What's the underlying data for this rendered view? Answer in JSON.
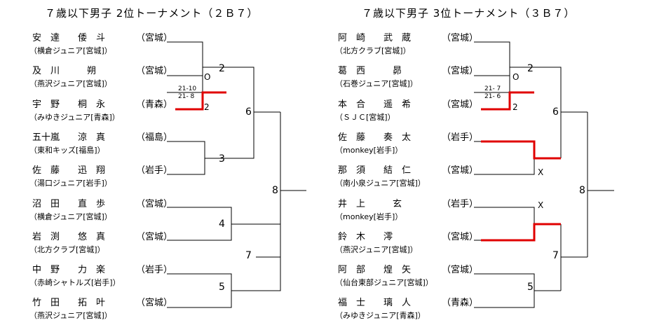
{
  "left": {
    "title": "７歳以下男子 2位トーナメント（２Ｂ７）",
    "players": [
      {
        "name": "安　達　　倭　斗",
        "pref": "（宮城）",
        "club": "（横倉ジュニア[宮城]）"
      },
      {
        "name": "及　川　　　朔",
        "pref": "（宮城）",
        "club": "（燕沢ジュニア[宮城]）"
      },
      {
        "name": "宇　野　　桐　永",
        "pref": "（青森）",
        "club": "（みゆきジュニア[青森]）"
      },
      {
        "name": "五十嵐　　涼　真",
        "pref": "（福島）",
        "club": "（東和キッズ[福島]）"
      },
      {
        "name": "佐　藤　　迅　翔",
        "pref": "（岩手）",
        "club": "（湯口ジュニア[岩手]）"
      },
      {
        "name": "沼　田　　直　歩",
        "pref": "（宮城）",
        "club": "（横倉ジュニア[宮城]）"
      },
      {
        "name": "岩　渕　　悠　真",
        "pref": "（宮城）",
        "club": "（北方クラブ[宮城]）"
      },
      {
        "name": "中　野　　力　楽",
        "pref": "（岩手）",
        "club": "（赤崎シャトルズ[岩手]）"
      },
      {
        "name": "竹　田　　拓　叶",
        "pref": "（宮城）",
        "club": "（燕沢ジュニア[宮城]）"
      }
    ],
    "match_labels": [
      "2",
      "3",
      "4",
      "5",
      "6",
      "7",
      "8"
    ],
    "result_marks": [
      "O",
      "2"
    ],
    "score": [
      "21-10",
      "21- 8"
    ]
  },
  "right": {
    "title": "７歳以下男子 3位トーナメント（３Ｂ７）",
    "players": [
      {
        "name": "阿　崎　　武　蔵",
        "pref": "（宮城）",
        "club": "（北方クラブ[宮城]）"
      },
      {
        "name": "葛　西　　　昴",
        "pref": "（宮城）",
        "club": "（石巻ジュニア[宮城]）"
      },
      {
        "name": "本　合　　遥　希",
        "pref": "（宮城）",
        "club": "（ＳＪＣ[宮城]）"
      },
      {
        "name": "佐　藤　　奏　太",
        "pref": "（岩手）",
        "club": "（monkey[岩手]）"
      },
      {
        "name": "那　須　　結　仁",
        "pref": "（宮城）",
        "club": "（南小泉ジュニア[宮城]）"
      },
      {
        "name": "井　上　　　玄",
        "pref": "（岩手）",
        "club": "（monkey[岩手]）"
      },
      {
        "name": "鈴　木　　澪",
        "pref": "（宮城）",
        "club": "（燕沢ジュニア[宮城]）"
      },
      {
        "name": "阿　部　　煌　矢",
        "pref": "（宮城）",
        "club": "（仙台東部ジュニア[宮城]）"
      },
      {
        "name": "福　士　　璃　人",
        "pref": "（青森）",
        "club": "（みゆきジュニア[青森]）"
      }
    ],
    "match_labels": [
      "2",
      "5",
      "6",
      "7",
      "8"
    ],
    "result_marks": [
      "O",
      "2",
      "X",
      "X"
    ],
    "score": [
      "21- 7",
      "21- 6"
    ]
  },
  "colors": {
    "line": "#000000",
    "winner_line": "#e00000"
  }
}
